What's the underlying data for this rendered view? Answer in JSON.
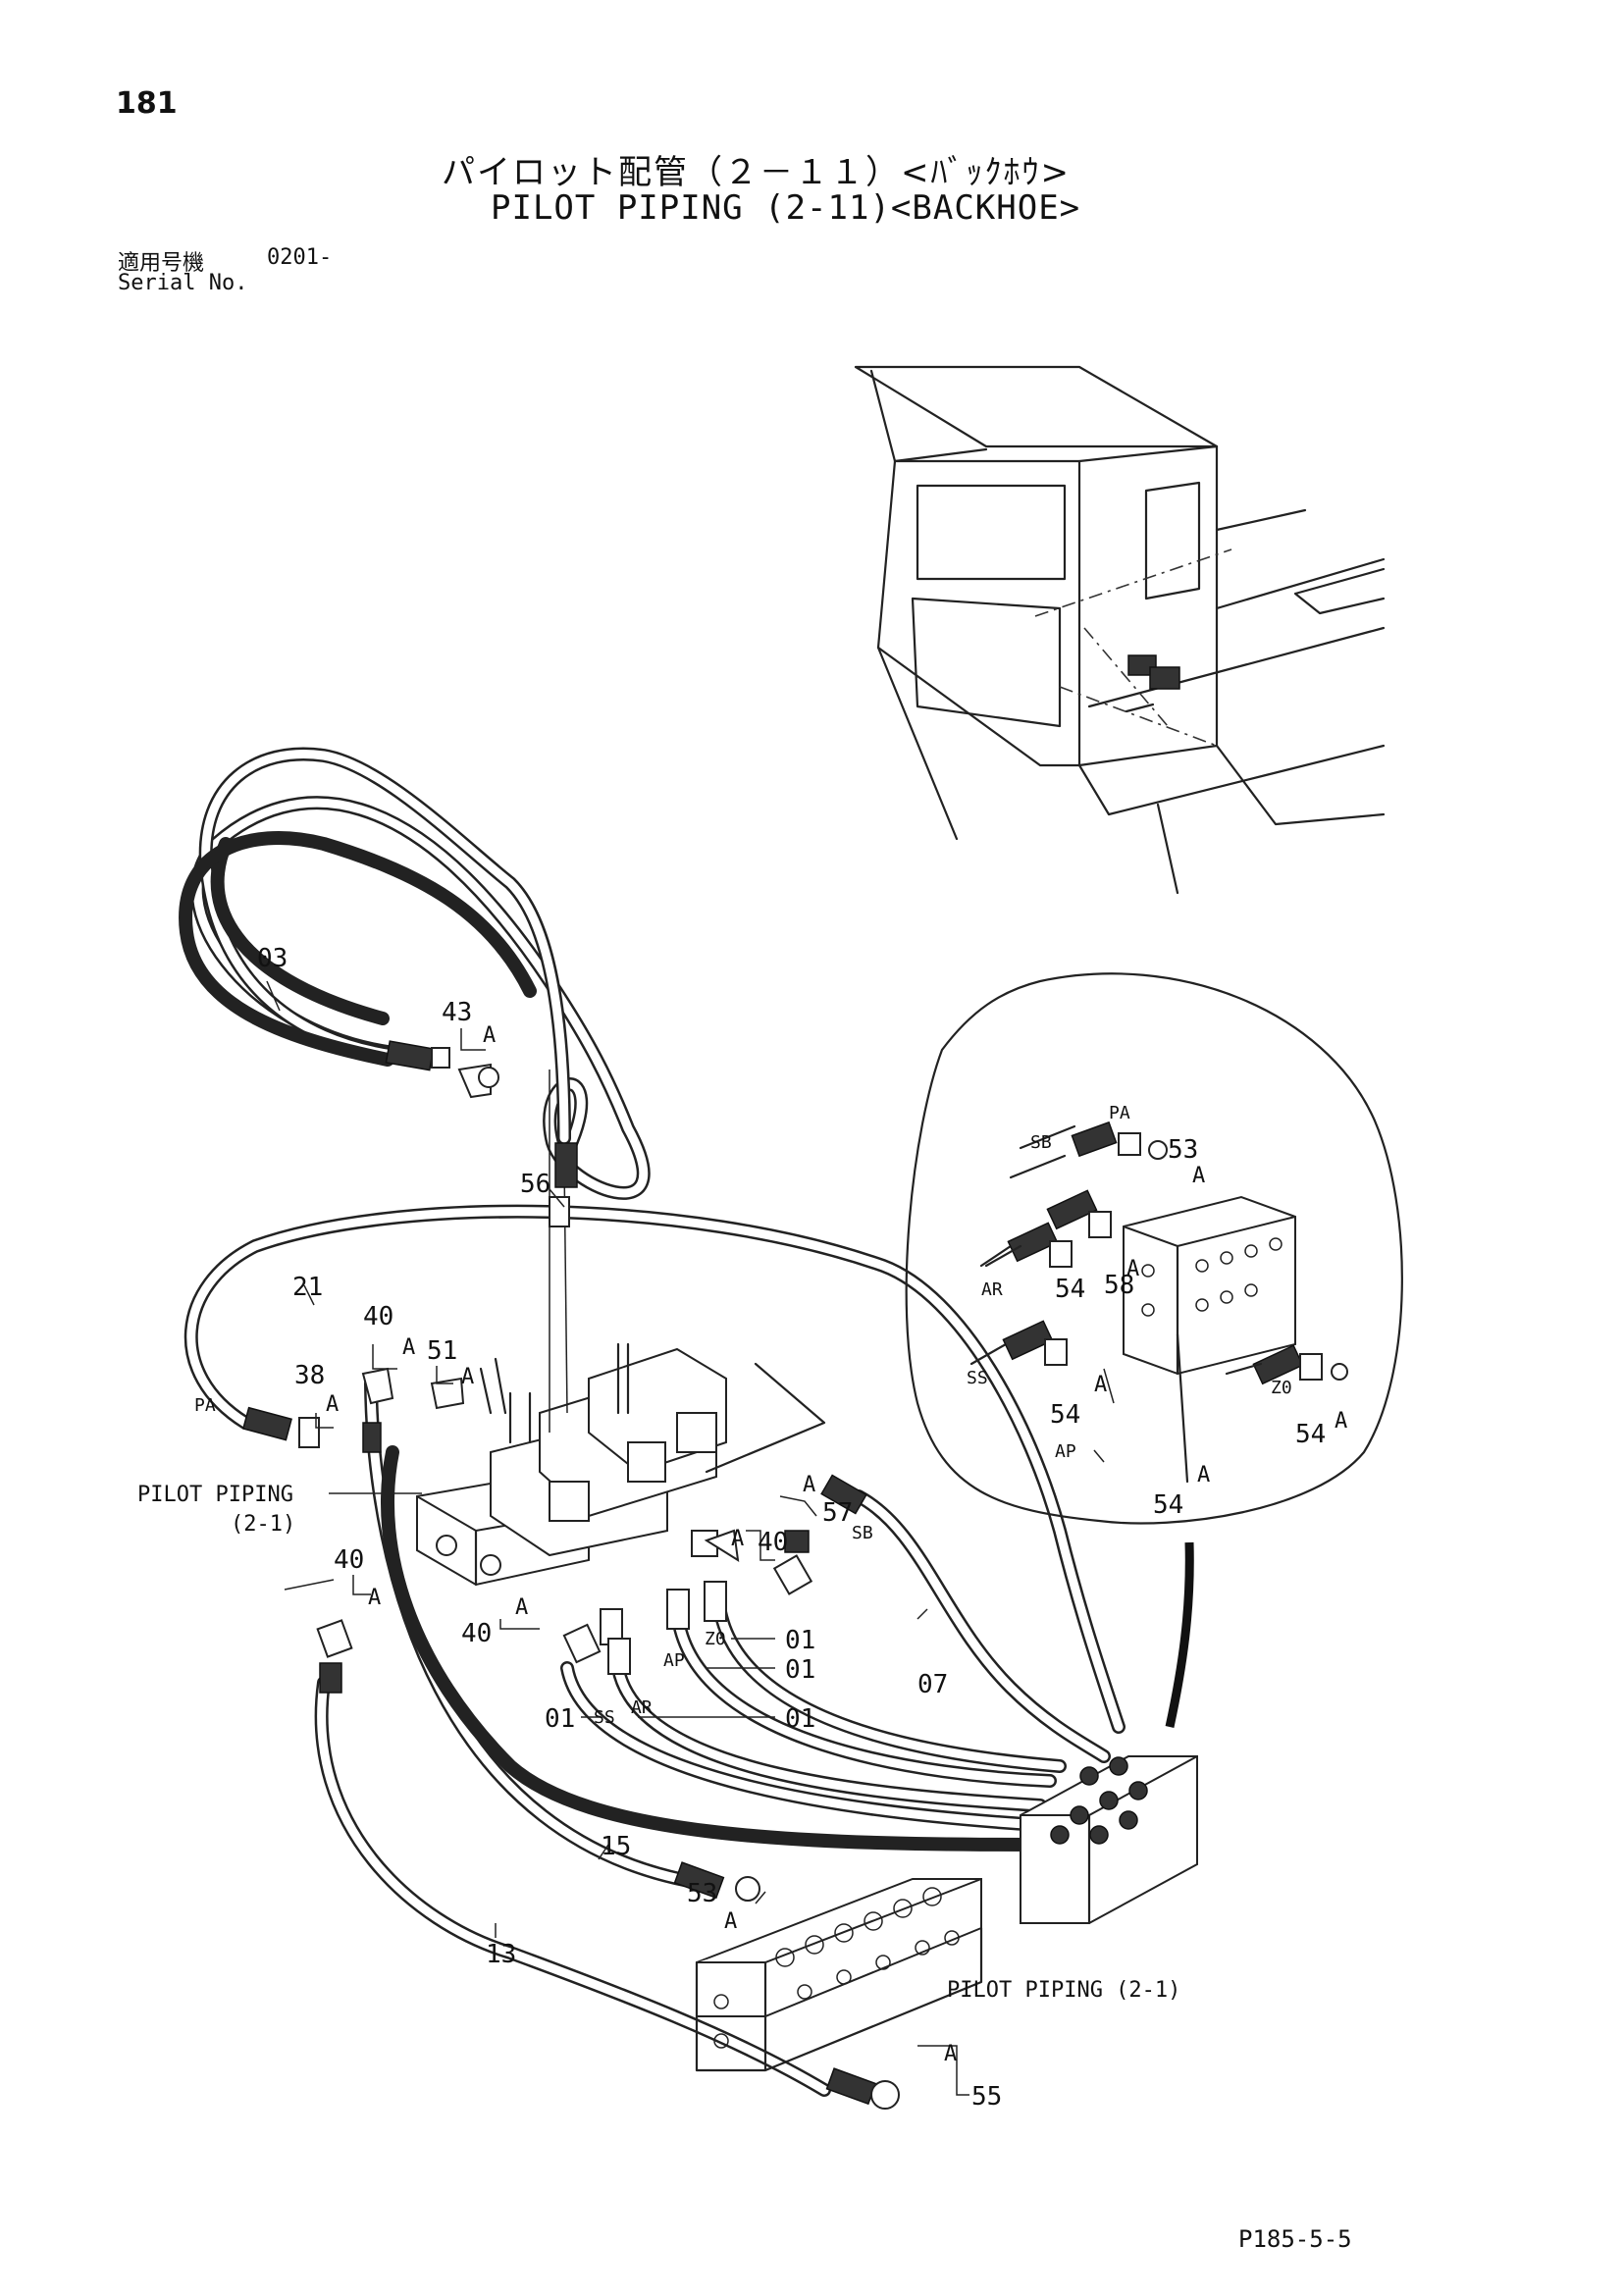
{
  "page": {
    "number": "181",
    "title_jp": "パイロット配管（２－１１）<ﾊﾞｯｸﾎｳ>",
    "title_en": "PILOT PIPING (2-11)<BACKHOE>",
    "serial_label_jp": "適用号機",
    "serial_value": "0201-",
    "serial_label_en": "Serial No.",
    "reference_code": "P185-5-5"
  },
  "diagram": {
    "part_labels": [
      {
        "id": "p03",
        "text": "03"
      },
      {
        "id": "p43",
        "text": "43"
      },
      {
        "id": "p56",
        "text": "56"
      },
      {
        "id": "p21",
        "text": "21"
      },
      {
        "id": "p40a",
        "text": "40"
      },
      {
        "id": "p51",
        "text": "51"
      },
      {
        "id": "p38",
        "text": "38"
      },
      {
        "id": "p57",
        "text": "57"
      },
      {
        "id": "p40b",
        "text": "40"
      },
      {
        "id": "p40c",
        "text": "40"
      },
      {
        "id": "p40d",
        "text": "40"
      },
      {
        "id": "p01a",
        "text": "01"
      },
      {
        "id": "p01b",
        "text": "01"
      },
      {
        "id": "p01c",
        "text": "01"
      },
      {
        "id": "p01d",
        "text": "01"
      },
      {
        "id": "p07",
        "text": "07"
      },
      {
        "id": "p15",
        "text": "15"
      },
      {
        "id": "p13",
        "text": "13"
      },
      {
        "id": "p53",
        "text": "53"
      },
      {
        "id": "p55",
        "text": "55"
      },
      {
        "id": "d53",
        "text": "53"
      },
      {
        "id": "d58",
        "text": "58"
      },
      {
        "id": "d54a",
        "text": "54"
      },
      {
        "id": "d54b",
        "text": "54"
      },
      {
        "id": "d54c",
        "text": "54"
      },
      {
        "id": "d54d",
        "text": "54"
      }
    ],
    "port_labels": [
      {
        "id": "pa",
        "text": "PA"
      },
      {
        "id": "sb",
        "text": "SB"
      },
      {
        "id": "ss",
        "text": "SS"
      },
      {
        "id": "ar",
        "text": "AR"
      },
      {
        "id": "ap",
        "text": "AP"
      },
      {
        "id": "z0",
        "text": "Z0"
      },
      {
        "id": "d_pa",
        "text": "PA"
      },
      {
        "id": "d_sb",
        "text": "SB"
      },
      {
        "id": "d_ar",
        "text": "AR"
      },
      {
        "id": "d_ss",
        "text": "SS"
      },
      {
        "id": "d_ap",
        "text": "AP"
      },
      {
        "id": "d_z0",
        "text": "Z0"
      }
    ],
    "callout_A": "A",
    "ref_pilot_piping_left_line1": "PILOT PIPING",
    "ref_pilot_piping_left_line2": "(2-1)",
    "ref_pilot_piping_bottom": "PILOT PIPING (2-1)"
  }
}
